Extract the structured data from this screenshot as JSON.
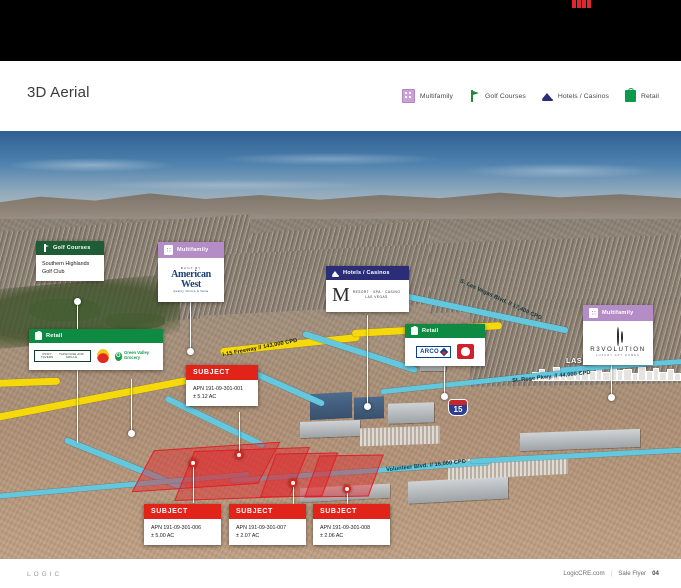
{
  "header": {
    "title": "3D Aerial",
    "legend": [
      {
        "label": "Multifamily",
        "icon": "multifamily-icon",
        "color": "#c9a3d6"
      },
      {
        "label": "Golf Courses",
        "icon": "golf-flag-icon",
        "color": "#1f8a3b"
      },
      {
        "label": "Hotels / Casinos",
        "icon": "hotel-casino-icon",
        "color": "#2b2e77"
      },
      {
        "label": "Retail",
        "icon": "retail-bag-icon",
        "color": "#0a9a4a"
      }
    ]
  },
  "map": {
    "strip_label": "LAS VEGAS STRIP",
    "interstate_shield": {
      "label": "INTERSTATE",
      "number": "15"
    },
    "roads": [
      {
        "name": "I-15 Freeway // 143,000 CPD",
        "color": "#f5d90a"
      },
      {
        "name": "S. Las Vegas Blvd. // 17,400 CPD",
        "color": "#63c7de"
      },
      {
        "name": "St. Rose Pkwy. // 44,000 CPD",
        "color": "#63c7de"
      },
      {
        "name": "Volunteer Blvd. // 16,000 CPD",
        "color": "#63c7de"
      }
    ],
    "callouts": [
      {
        "category": "Golf Courses",
        "category_color": "#1d5c35",
        "icon": "golf-flag-icon",
        "lines": [
          "Southern Highlands",
          "Golf Club"
        ]
      },
      {
        "category": "Multifamily",
        "category_color": "#b48cc6",
        "icon": "multifamily-icon",
        "logo_top": "BUILT BY",
        "logo_name": "American West",
        "logo_sub": "Quality Choice & Value"
      },
      {
        "category": "Hotels / Casinos",
        "category_color": "#2b2e77",
        "icon": "hotel-casino-icon",
        "logo_mark": "M",
        "logo_line1": "RESORT · SPA · CASINO",
        "logo_line2": "LAS VEGAS"
      },
      {
        "category": "Retail",
        "category_color": "#0f8a43",
        "icon": "retail-bag-icon",
        "logos": [
          {
            "name": "PKWY TAVERN",
            "sub": "TAPHOUSE AND GRILLE"
          },
          {
            "name": "Shell"
          },
          {
            "name": "Green Valley Grocery",
            "mark": "G"
          }
        ]
      },
      {
        "category": "Retail",
        "category_color": "#0f8a43",
        "icon": "retail-bag-icon",
        "logos": [
          {
            "name": "ARCO"
          },
          {
            "name": "Jack in the Box"
          }
        ]
      },
      {
        "category": "Multifamily",
        "category_color": "#b48cc6",
        "icon": "multifamily-icon",
        "logo_name": "R3VOLUTION",
        "logo_sub": "LUXURY APT HOMES"
      }
    ],
    "subjects": [
      {
        "title": "SUBJECT",
        "apn": "APN 191-09-301-001",
        "acres": "± 5.12 AC"
      },
      {
        "title": "SUBJECT",
        "apn": "APN 191-09-301-006",
        "acres": "± 5.00 AC"
      },
      {
        "title": "SUBJECT",
        "apn": "APN 191-09-301-007",
        "acres": "± 2.07 AC"
      },
      {
        "title": "SUBJECT",
        "apn": "APN 191-09-301-008",
        "acres": "± 2.06 AC"
      }
    ]
  },
  "footer": {
    "logo": "LOGIC",
    "website": "LogicCRE.com",
    "separator": "|",
    "doc_type": "Sale Flyer",
    "page_number": "04"
  }
}
